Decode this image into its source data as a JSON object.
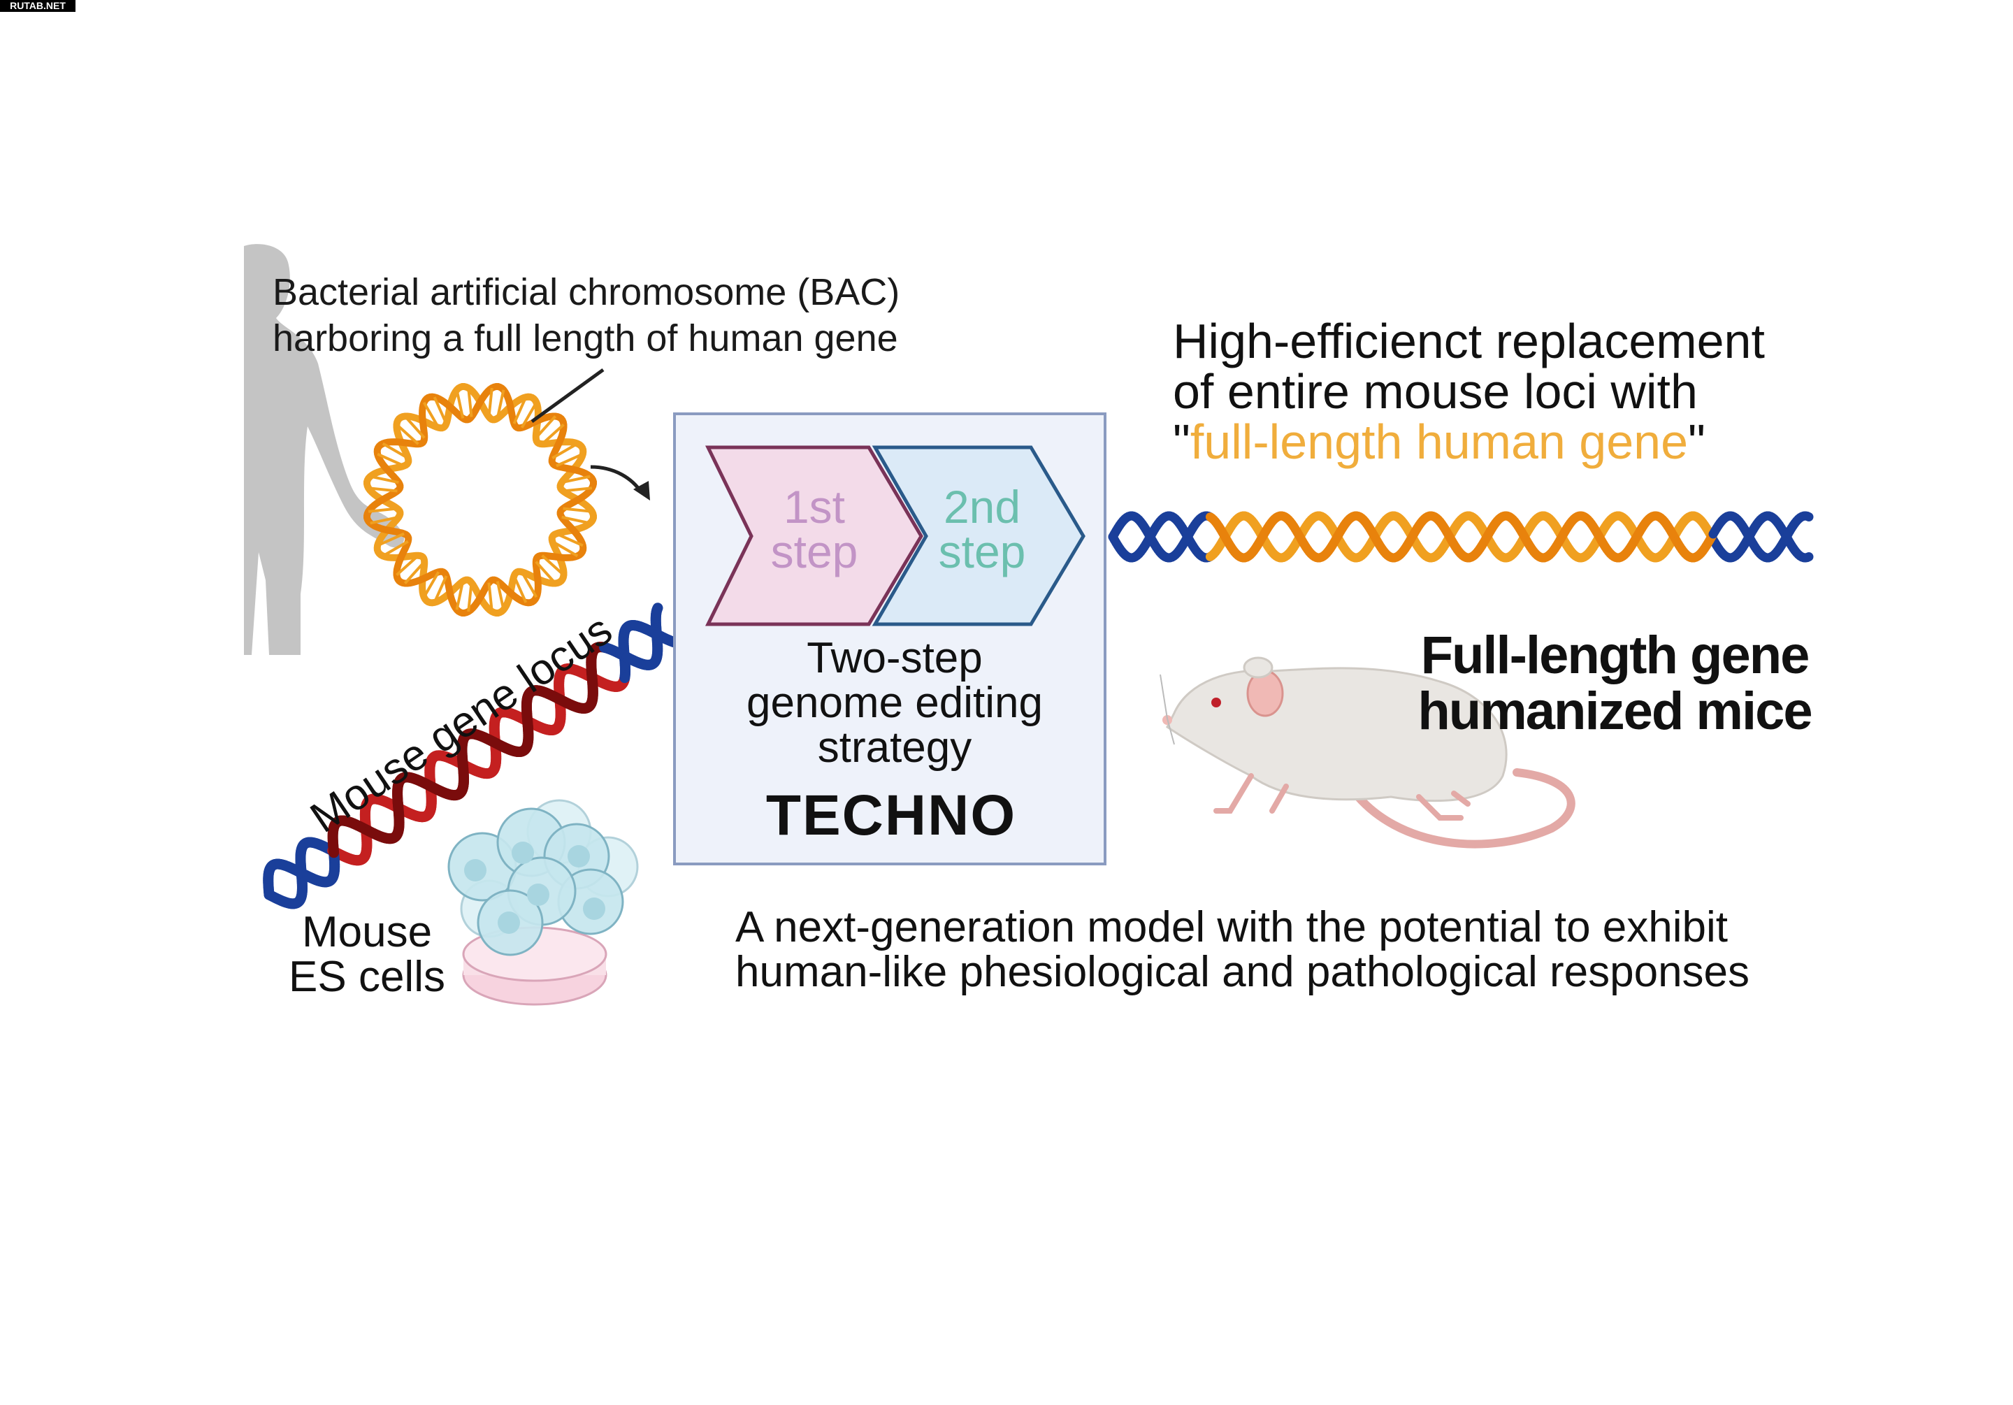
{
  "watermark": "RUTAB.NET",
  "bac_label": {
    "line1": "Bacterial artificial chromosome (BAC)",
    "line2": "harboring a full length of human gene"
  },
  "replacement": {
    "line1": "High-efficienct replacement",
    "line2": "of entire mouse loci with",
    "quote_open": "\"",
    "highlight": "full-length human gene",
    "quote_close": "\""
  },
  "strategy_box": {
    "step1": "1st\nstep",
    "step2": "2nd\nstep",
    "description": "Two-step\ngenome editing\nstrategy",
    "name": "TECHNO"
  },
  "mouse_gene_locus": "Mouse gene locus",
  "es_cells": "Mouse\nES cells",
  "mice_label": {
    "line1": "Full-length gene",
    "line2": "humanized mice"
  },
  "bottom_text": {
    "line1": "A next-generation model with the potential to exhibit",
    "line2": "human-like phesiological and pathological responses"
  },
  "colors": {
    "human_gene": "#f0a020",
    "human_gene_dark": "#e8820c",
    "mouse_dna_blue": "#1a3f9a",
    "mouse_dna_red": "#c42020",
    "mouse_dna_darkred": "#7a0c0c",
    "highlight_text": "#f0ad3c",
    "box_border": "#8a9bc0",
    "box_fill": "#eef2fa",
    "step1_fill": "#f3dbe9",
    "step1_border": "#7a3358",
    "step2_fill": "#dbeaf7",
    "step2_border": "#2a5a8a"
  }
}
